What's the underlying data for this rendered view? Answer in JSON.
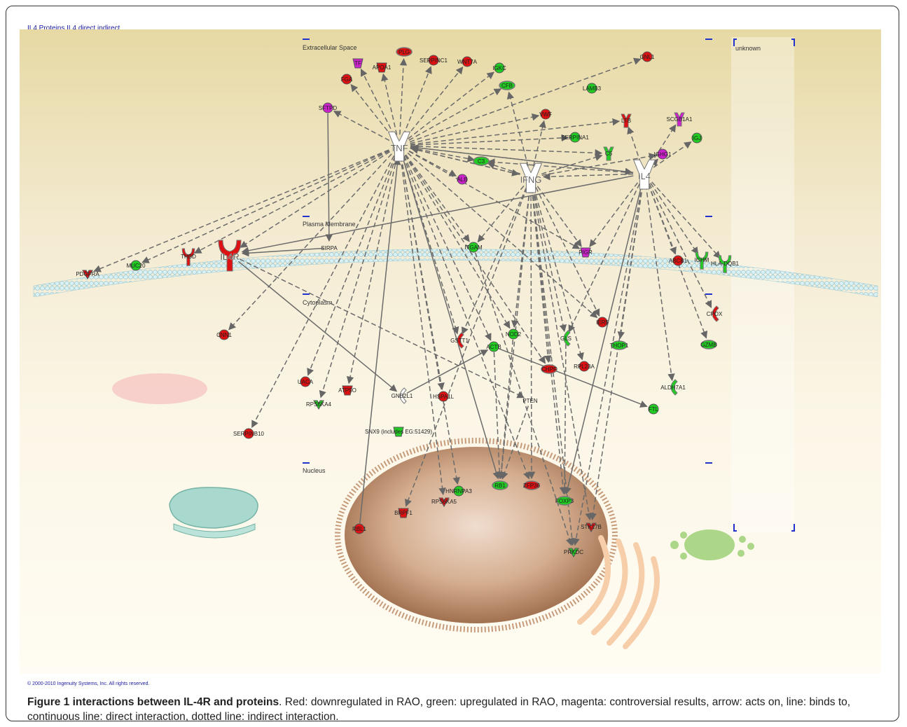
{
  "network_title": "IL4 Proteins IL4 direct indirect",
  "copyright": "© 2000-2010 Ingenuity Systems, Inc. All rights reserved.",
  "caption": {
    "bold": "Figure 1 interactions between IL-4R and proteins",
    "text": ". Red: downregulated in RAO, green: upregulated in RAO, magenta: controversial results, arrow: acts on, line: binds to, continuous line: direct interaction, dotted line: indirect interaction."
  },
  "compartments": {
    "extracellular": "Extracellular Space",
    "plasma_membrane": "Plasma Membrane",
    "cytoplasm": "Cytoplasm",
    "nucleus": "Nucleus",
    "unknown": "unknown"
  },
  "colors": {
    "down": "#dd1111",
    "up": "#22cc22",
    "controversial": "#cc22cc",
    "neutral": "#ffffff"
  },
  "nodes": [
    {
      "id": "TNF",
      "label": "TNF",
      "status": "neutral",
      "shape": "cytokine",
      "big": true
    },
    {
      "id": "IFNG",
      "label": "IFNG",
      "status": "neutral",
      "shape": "cytokine",
      "big": true
    },
    {
      "id": "IL4",
      "label": "IL4",
      "status": "neutral",
      "shape": "cytokine",
      "big": true
    },
    {
      "id": "IL4R",
      "label": "IL4R",
      "status": "down",
      "shape": "receptor",
      "big": true
    },
    {
      "id": "PLG",
      "label": "PLG",
      "status": "down",
      "shape": "peptidase"
    },
    {
      "id": "SERPINC1",
      "label": "SERPINC1",
      "status": "down",
      "shape": "circle"
    },
    {
      "id": "WNT7A",
      "label": "WNT7A",
      "status": "down",
      "shape": "circle"
    },
    {
      "id": "GNL1",
      "label": "GNL1",
      "status": "down",
      "shape": "circle"
    },
    {
      "id": "TF",
      "label": "TF",
      "status": "controversial",
      "shape": "transporter"
    },
    {
      "id": "APOA1",
      "label": "APOA1",
      "status": "down",
      "shape": "transporter"
    },
    {
      "id": "FGA",
      "label": "FGA",
      "status": "down",
      "shape": "circle"
    },
    {
      "id": "IGKC",
      "label": "IGKC",
      "status": "up",
      "shape": "circle"
    },
    {
      "id": "CFB",
      "label": "CFB",
      "status": "up",
      "shape": "peptidase"
    },
    {
      "id": "LAMB3",
      "label": "LAMB3",
      "status": "up",
      "shape": "circle"
    },
    {
      "id": "SFTPD",
      "label": "SFTPD",
      "status": "controversial",
      "shape": "circle"
    },
    {
      "id": "VWF",
      "label": "VWF",
      "status": "down",
      "shape": "circle"
    },
    {
      "id": "LTB",
      "label": "LTB",
      "status": "down",
      "shape": "cytokine"
    },
    {
      "id": "SCGB1A1",
      "label": "SCGB1A1",
      "status": "controversial",
      "shape": "cytokine"
    },
    {
      "id": "IGJ",
      "label": "IGJ",
      "status": "up",
      "shape": "circle"
    },
    {
      "id": "SERPINA1",
      "label": "SERPINA1",
      "status": "up",
      "shape": "circle"
    },
    {
      "id": "C5",
      "label": "C5",
      "status": "up",
      "shape": "cytokine"
    },
    {
      "id": "IGHG1",
      "label": "IGHG1",
      "status": "controversial",
      "shape": "circle"
    },
    {
      "id": "C3",
      "label": "C3",
      "status": "up",
      "shape": "peptidase"
    },
    {
      "id": "ALB",
      "label": "ALB",
      "status": "controversial",
      "shape": "circle"
    },
    {
      "id": "PDGFRA",
      "label": "PDGFRA",
      "status": "down",
      "shape": "kinase"
    },
    {
      "id": "MUC20",
      "label": "MUC20",
      "status": "up",
      "shape": "circle"
    },
    {
      "id": "THBD",
      "label": "THBD",
      "status": "down",
      "shape": "receptor"
    },
    {
      "id": "SIRPA",
      "label": "SIRPA",
      "status": "neutral",
      "shape": "none"
    },
    {
      "id": "ITGAM",
      "label": "ITGAM",
      "status": "up",
      "shape": "circle"
    },
    {
      "id": "PIGR",
      "label": "PIGR",
      "status": "controversial",
      "shape": "transporter"
    },
    {
      "id": "ABCB1",
      "label": "ABCB1",
      "status": "down",
      "shape": "circle"
    },
    {
      "id": "IGHM",
      "label": "IGHM",
      "status": "up",
      "shape": "receptor"
    },
    {
      "id": "HLA-DQB1",
      "label": "HLA-DQB1",
      "status": "up",
      "shape": "receptor"
    },
    {
      "id": "CNN1",
      "label": "CNN1",
      "status": "down",
      "shape": "circle"
    },
    {
      "id": "UACA",
      "label": "UACA",
      "status": "down",
      "shape": "circle"
    },
    {
      "id": "ATP5O",
      "label": "ATP5O",
      "status": "down",
      "shape": "transporter"
    },
    {
      "id": "RPS6KA4",
      "label": "RPS6KA4",
      "status": "up",
      "shape": "kinase"
    },
    {
      "id": "SERPINB10",
      "label": "SERPINB10",
      "status": "down",
      "shape": "circle"
    },
    {
      "id": "GSTT1",
      "label": "GSTT1",
      "status": "down",
      "shape": "enzyme"
    },
    {
      "id": "NOD2",
      "label": "NOD2",
      "status": "up",
      "shape": "circle"
    },
    {
      "id": "GLS",
      "label": "GLS",
      "status": "up",
      "shape": "enzyme"
    },
    {
      "id": "IER5",
      "label": "IER5",
      "status": "down",
      "shape": "circle"
    },
    {
      "id": "THOP1",
      "label": "THOP1",
      "status": "up",
      "shape": "peptidase"
    },
    {
      "id": "CPOX",
      "label": "CPOX",
      "status": "down",
      "shape": "enzyme"
    },
    {
      "id": "GZMB",
      "label": "GZMB",
      "status": "up",
      "shape": "peptidase"
    },
    {
      "id": "ACTB",
      "label": "ACTB",
      "status": "up",
      "shape": "circle"
    },
    {
      "id": "CHPF",
      "label": "CHPF",
      "status": "down",
      "shape": "peptidase"
    },
    {
      "id": "RPL23A",
      "label": "RPL23A",
      "status": "down",
      "shape": "circle"
    },
    {
      "id": "ALDH7A1",
      "label": "ALDH7A1",
      "status": "up",
      "shape": "enzyme"
    },
    {
      "id": "FTL",
      "label": "FTL",
      "status": "up",
      "shape": "circle"
    },
    {
      "id": "GNB2L1",
      "label": "GNB2L1",
      "status": "neutral",
      "shape": "enzyme"
    },
    {
      "id": "HSPA1L",
      "label": "HSPA1L",
      "status": "down",
      "shape": "circle"
    },
    {
      "id": "PTEN",
      "label": "PTEN",
      "status": "neutral",
      "shape": "none"
    },
    {
      "id": "SNX9",
      "label": "SNX9 (includes EG:51429)",
      "status": "up",
      "shape": "transporter"
    },
    {
      "id": "RB1",
      "label": "RB1",
      "status": "up",
      "shape": "peptidase"
    },
    {
      "id": "ZFP36",
      "label": "ZFP36",
      "status": "down",
      "shape": "peptidase"
    },
    {
      "id": "FOXP3",
      "label": "FOXP3",
      "status": "up",
      "shape": "peptidase"
    },
    {
      "id": "HNRNPA3",
      "label": "HNRNPA3",
      "status": "up",
      "shape": "circle"
    },
    {
      "id": "BRPF1",
      "label": "BRPF1",
      "status": "down",
      "shape": "transporter"
    },
    {
      "id": "RPS6KA5",
      "label": "RPS6KA5",
      "status": "down",
      "shape": "kinase"
    },
    {
      "id": "RBL1",
      "label": "RBL1",
      "status": "down",
      "shape": "circle"
    },
    {
      "id": "STK17B",
      "label": "STK17B",
      "status": "down",
      "shape": "kinase"
    },
    {
      "id": "PRKDC",
      "label": "PRKDC",
      "status": "up",
      "shape": "kinase"
    }
  ],
  "edges": [
    [
      "TNF",
      "PLG",
      "d"
    ],
    [
      "TNF",
      "SERPINC1",
      "d"
    ],
    [
      "TNF",
      "WNT7A",
      "d"
    ],
    [
      "TNF",
      "TF",
      "d"
    ],
    [
      "TNF",
      "APOA1",
      "d"
    ],
    [
      "TNF",
      "FGA",
      "d"
    ],
    [
      "TNF",
      "IGKC",
      "d"
    ],
    [
      "TNF",
      "CFB",
      "d"
    ],
    [
      "TNF",
      "GNL1",
      "d"
    ],
    [
      "TNF",
      "SFTPD",
      "d"
    ],
    [
      "TNF",
      "VWF",
      "d"
    ],
    [
      "TNF",
      "LTB",
      "d"
    ],
    [
      "TNF",
      "SERPINA1",
      "d"
    ],
    [
      "TNF",
      "C5",
      "d"
    ],
    [
      "TNF",
      "C3",
      "d"
    ],
    [
      "TNF",
      "ALB",
      "d"
    ],
    [
      "TNF",
      "IL4R",
      "d"
    ],
    [
      "TNF",
      "PDGFRA",
      "d"
    ],
    [
      "TNF",
      "MUC20",
      "d"
    ],
    [
      "TNF",
      "THBD",
      "d"
    ],
    [
      "TNF",
      "CNN1",
      "d"
    ],
    [
      "TNF",
      "UACA",
      "d"
    ],
    [
      "TNF",
      "ATP5O",
      "d"
    ],
    [
      "TNF",
      "RPS6KA4",
      "d"
    ],
    [
      "TNF",
      "SERPINB10",
      "d"
    ],
    [
      "TNF",
      "GSTT1",
      "d"
    ],
    [
      "TNF",
      "NOD2",
      "d"
    ],
    [
      "TNF",
      "ITGAM",
      "d"
    ],
    [
      "TNF",
      "PIGR",
      "d"
    ],
    [
      "TNF",
      "IER5",
      "d"
    ],
    [
      "TNF",
      "HSPA1L",
      "d"
    ],
    [
      "TNF",
      "RPS6KA5",
      "d"
    ],
    [
      "TNF",
      "HNRNPA3",
      "d"
    ],
    [
      "TNF",
      "RB1",
      "s"
    ],
    [
      "TNF",
      "ZFP36",
      "d"
    ],
    [
      "TNF",
      "IFNG",
      "d"
    ],
    [
      "TNF",
      "IL4",
      "d"
    ],
    [
      "TNF",
      "ACTB",
      "d"
    ],
    [
      "TNF",
      "CHPF",
      "d"
    ],
    [
      "IFNG",
      "CFB",
      "d"
    ],
    [
      "IFNG",
      "VWF",
      "d"
    ],
    [
      "IFNG",
      "C3",
      "d"
    ],
    [
      "IFNG",
      "C5",
      "d"
    ],
    [
      "IFNG",
      "IGHG1",
      "d"
    ],
    [
      "IFNG",
      "ITGAM",
      "d"
    ],
    [
      "IFNG",
      "PIGR",
      "d"
    ],
    [
      "IFNG",
      "NOD2",
      "d"
    ],
    [
      "IFNG",
      "GLS",
      "d"
    ],
    [
      "IFNG",
      "IER5",
      "d"
    ],
    [
      "IFNG",
      "CHPF",
      "d"
    ],
    [
      "IFNG",
      "RPL23A",
      "d"
    ],
    [
      "IFNG",
      "FOXP3",
      "d"
    ],
    [
      "IFNG",
      "PRKDC",
      "d"
    ],
    [
      "IFNG",
      "GSTT1",
      "d"
    ],
    [
      "IFNG",
      "RB1",
      "d"
    ],
    [
      "IFNG",
      "ZFP36",
      "d"
    ],
    [
      "IFNG",
      "BRPF1",
      "d"
    ],
    [
      "IFNG",
      "STK17B",
      "d"
    ],
    [
      "IFNG",
      "TNF",
      "d"
    ],
    [
      "IL4",
      "IGJ",
      "d"
    ],
    [
      "IL4",
      "SCGB1A1",
      "d"
    ],
    [
      "IL4",
      "C3",
      "d"
    ],
    [
      "IL4",
      "IGHG1",
      "d"
    ],
    [
      "IL4",
      "LTB",
      "d"
    ],
    [
      "IL4",
      "IL4R",
      "s"
    ],
    [
      "IL4",
      "ABCB1",
      "d"
    ],
    [
      "IL4",
      "IGHM",
      "d"
    ],
    [
      "IL4",
      "HLA-DQB1",
      "d"
    ],
    [
      "IL4",
      "CPOX",
      "d"
    ],
    [
      "IL4",
      "GZMB",
      "d"
    ],
    [
      "IL4",
      "THOP1",
      "d"
    ],
    [
      "IL4",
      "ALDH7A1",
      "d"
    ],
    [
      "IL4",
      "FOXP3",
      "s"
    ],
    [
      "IL4",
      "STK17B",
      "d"
    ],
    [
      "IL4",
      "PIGR",
      "d"
    ],
    [
      "IL4",
      "IFNG",
      "d"
    ],
    [
      "IL4",
      "TNF",
      "d"
    ],
    [
      "IL4",
      "GLS",
      "d"
    ],
    [
      "IL4",
      "PRKDC",
      "d"
    ],
    [
      "IL4R",
      "GNB2L1",
      "s"
    ],
    [
      "IL4R",
      "PTEN",
      "d"
    ],
    [
      "SIRPA",
      "IL4R",
      "s"
    ],
    [
      "SFTPD",
      "SIRPA",
      "s"
    ],
    [
      "RBL1",
      "TNF",
      "s"
    ],
    [
      "GNB2L1",
      "ACTB",
      "s"
    ],
    [
      "PTEN",
      "RB1",
      "d"
    ],
    [
      "ACTB",
      "FTL",
      "s"
    ],
    [
      "ITGAM",
      "PRKDC",
      "d"
    ],
    [
      "NOD2",
      "RB1",
      "d"
    ],
    [
      "ACTB",
      "RB1",
      "d"
    ],
    [
      "GLS",
      "FOXP3",
      "d"
    ]
  ]
}
